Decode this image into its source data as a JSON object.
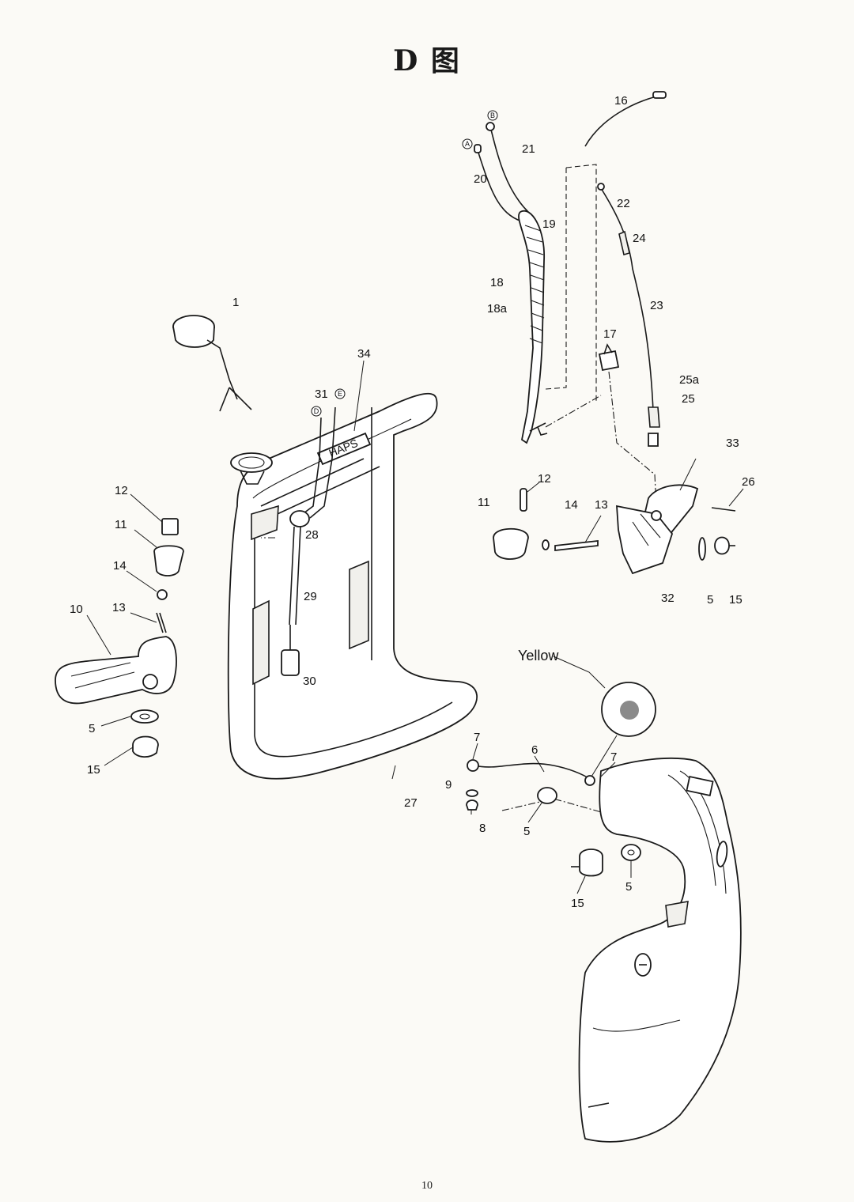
{
  "title": "D 图",
  "page_number": "10",
  "yellow_label": "Yellow",
  "frame_label": "HAPS",
  "connector_letters": [
    "A",
    "B",
    "D",
    "E"
  ],
  "callouts": [
    "1",
    "34",
    "31",
    "28",
    "29",
    "30",
    "27",
    "12",
    "11",
    "14",
    "13",
    "10",
    "5",
    "15",
    "16",
    "21",
    "20",
    "19",
    "18",
    "18a",
    "22",
    "24",
    "23",
    "17",
    "25a",
    "25",
    "33",
    "12",
    "11",
    "14",
    "13",
    "26",
    "32",
    "5",
    "15",
    "7",
    "6",
    "7",
    "9",
    "8",
    "5",
    "15",
    "5"
  ]
}
